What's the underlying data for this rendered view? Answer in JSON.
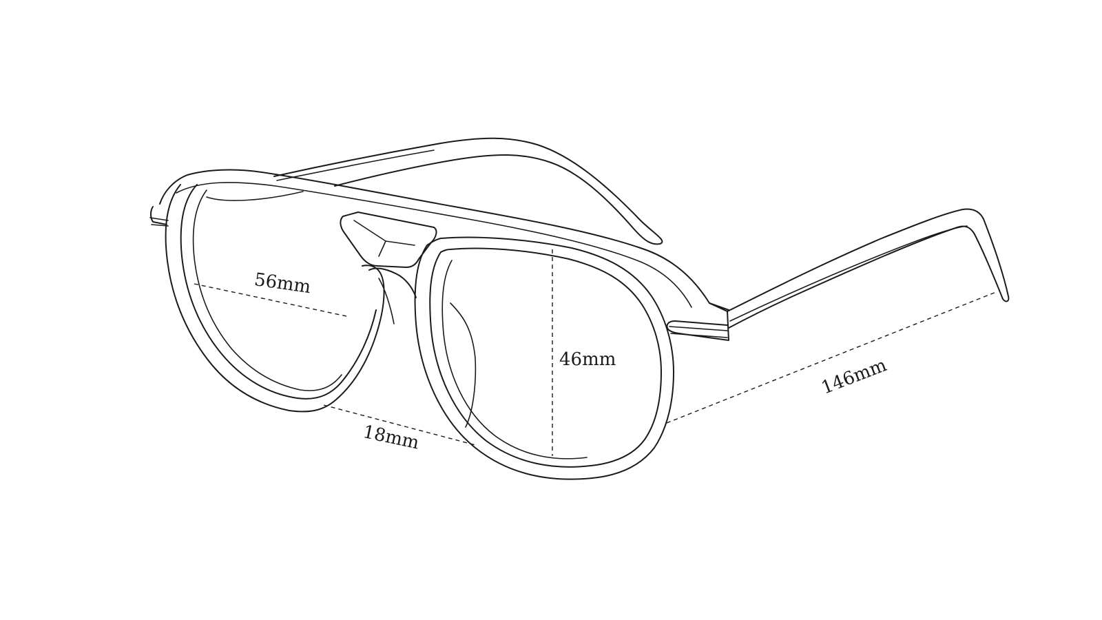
{
  "dimensions": {
    "lens_width": "56mm",
    "lens_height": "46mm",
    "bridge_width": "18mm",
    "temple_length": "146mm"
  },
  "colors": {
    "line": "#1a1a1a",
    "background": "#ffffff"
  }
}
